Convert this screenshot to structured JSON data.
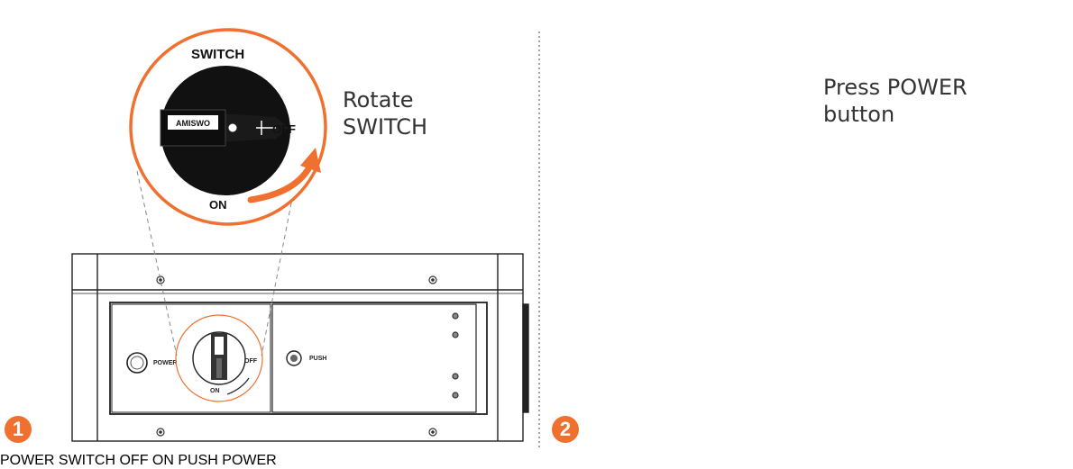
{
  "colors": {
    "accent": "#f07030",
    "hand": "#f07a40",
    "line": "#222222",
    "callout_text": "#333333"
  },
  "steps": [
    {
      "number": "1",
      "instruction_line1": "Rotate",
      "instruction_line2": "SWITCH",
      "zoom_title": "SWITCH",
      "label_on": "ON",
      "label_off": "OFF",
      "label_brand": "AMISWO",
      "label_power": "POWER",
      "label_push": "PUSH",
      "icons": [
        "rotary-switch-icon",
        "rotate-arrow-icon"
      ]
    },
    {
      "number": "2",
      "instruction_line1": "Press POWER",
      "instruction_line2": "button",
      "zoom_label": "POWER",
      "label_power": "POWER",
      "label_push": "PUSH",
      "label_on": "ON",
      "label_off": "OFF",
      "label_switch": "SWITCH",
      "icons": [
        "power-button-icon",
        "pressing-finger-icon"
      ]
    }
  ]
}
